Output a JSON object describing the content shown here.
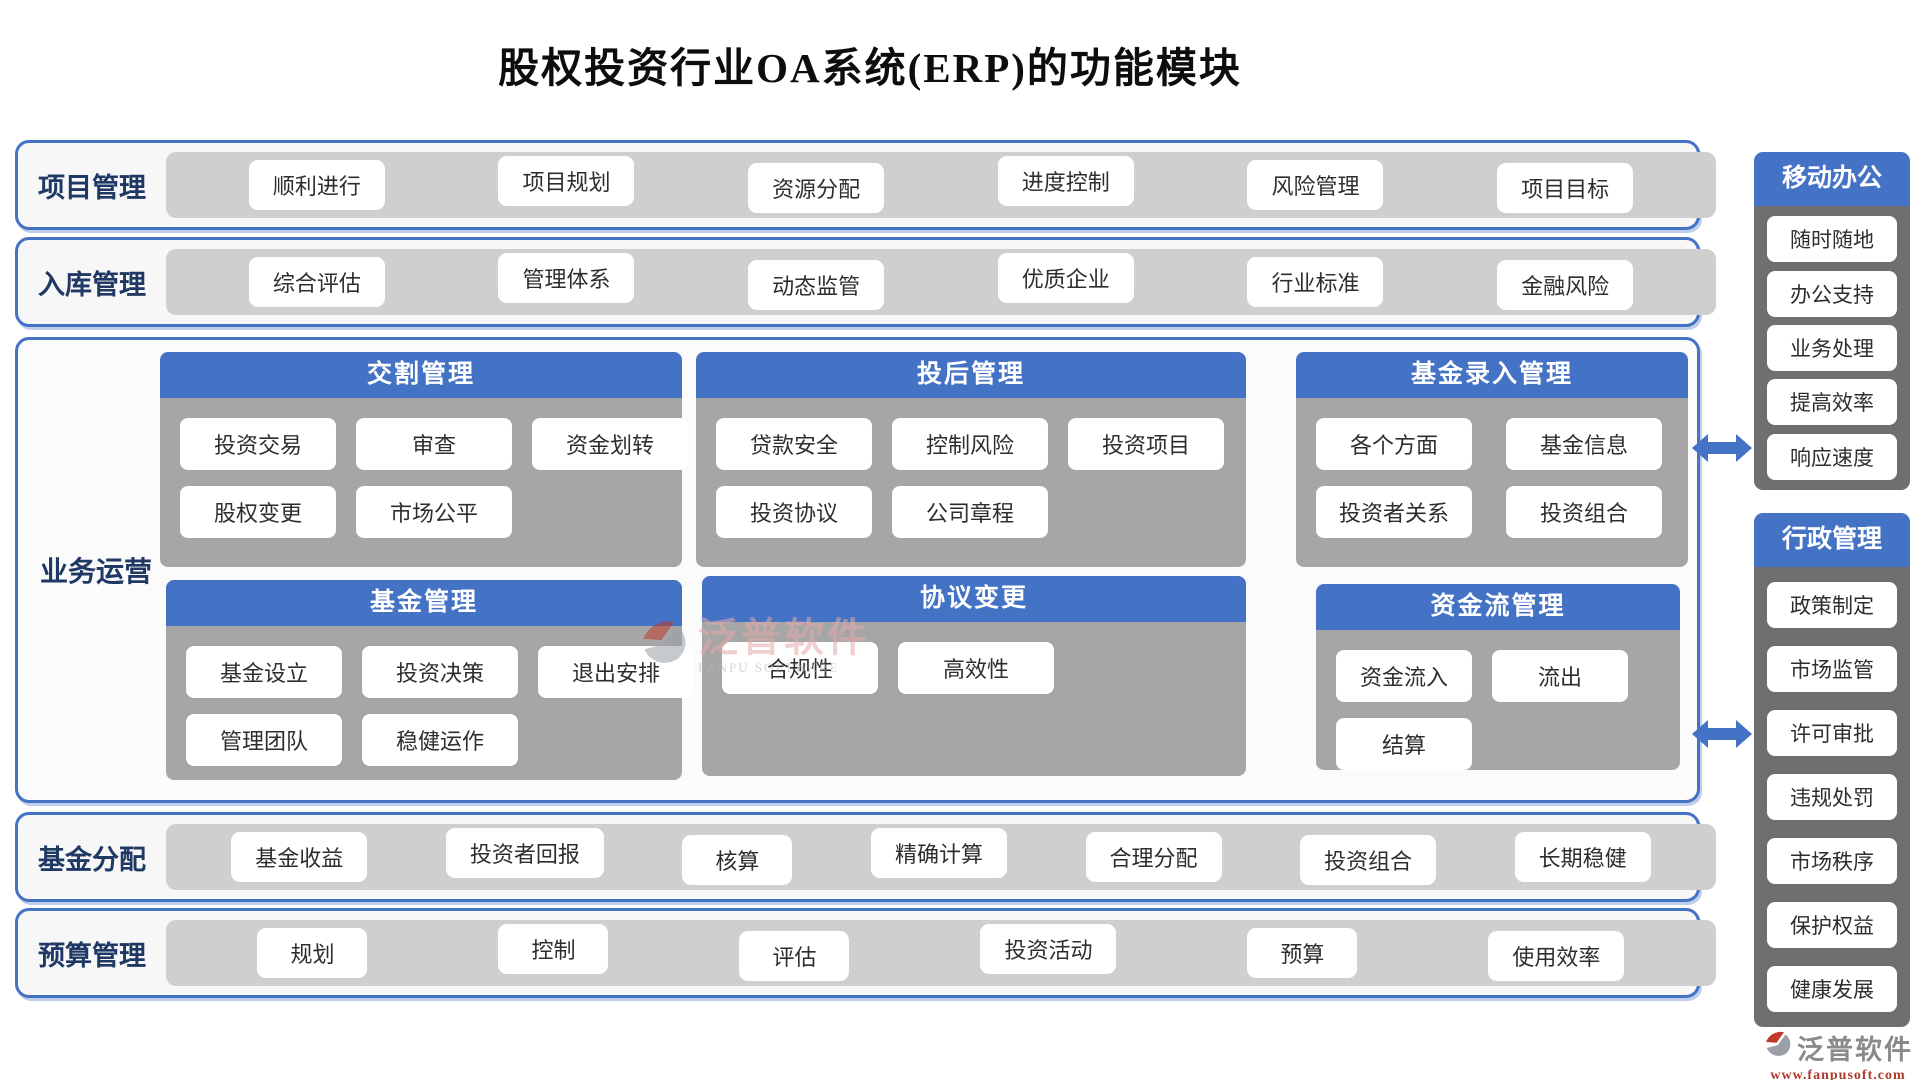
{
  "title": "股权投资行业OA系统(ERP)的功能模块",
  "rows": [
    {
      "label": "项目管理",
      "items": [
        "顺利进行",
        "项目规划",
        "资源分配",
        "进度控制",
        "风险管理",
        "项目目标"
      ]
    },
    {
      "label": "入库管理",
      "items": [
        "综合评估",
        "管理体系",
        "动态监管",
        "优质企业",
        "行业标准",
        "金融风险"
      ]
    }
  ],
  "business": {
    "label": "业务运营",
    "blocks": [
      {
        "title": "交割管理",
        "rows": [
          [
            "投资交易",
            "审查",
            "资金划转"
          ],
          [
            "股权变更",
            "市场公平"
          ]
        ]
      },
      {
        "title": "投后管理",
        "rows": [
          [
            "贷款安全",
            "控制风险",
            "投资项目"
          ],
          [
            "投资协议",
            "公司章程"
          ]
        ]
      },
      {
        "title": "基金录入管理",
        "rows": [
          [
            "各个方面",
            "基金信息"
          ],
          [
            "投资者关系",
            "投资组合"
          ]
        ]
      },
      {
        "title": "基金管理",
        "rows": [
          [
            "基金设立",
            "投资决策",
            "退出安排"
          ],
          [
            "管理团队",
            "稳健运作"
          ]
        ]
      },
      {
        "title": "协议变更",
        "rows": [
          [
            "合规性",
            "高效性"
          ]
        ]
      },
      {
        "title": "资金流管理",
        "rows": [
          [
            "资金流入",
            "流出"
          ],
          [
            "结算"
          ]
        ]
      }
    ]
  },
  "bottom_rows": [
    {
      "label": "基金分配",
      "items": [
        "基金收益",
        "投资者回报",
        "核算",
        "精确计算",
        "合理分配",
        "投资组合",
        "长期稳健"
      ]
    },
    {
      "label": "预算管理",
      "items": [
        "规划",
        "控制",
        "评估",
        "投资活动",
        "预算",
        "使用效率"
      ]
    }
  ],
  "sidebar": [
    {
      "title": "移动办公",
      "items": [
        "随时随地",
        "办公支持",
        "业务处理",
        "提高效率",
        "响应速度"
      ]
    },
    {
      "title": "行政管理",
      "items": [
        "政策制定",
        "市场监管",
        "许可审批",
        "违规处罚",
        "市场秩序",
        "保护权益",
        "健康发展"
      ]
    }
  ],
  "watermark": {
    "brand": "泛普软件",
    "brand_en": "FANPU SOFTWARE",
    "url": "www.fanpusoft.com"
  },
  "colors": {
    "header_blue": "#4472C4",
    "border_blue": "#4472C4",
    "block_body_gray": "#A6A6A6",
    "row_band_gray": "#CFCFCF",
    "sidebar_body_gray": "#6F6F6F",
    "label_navy": "#1F3864",
    "url_red": "#AD3B2D"
  }
}
